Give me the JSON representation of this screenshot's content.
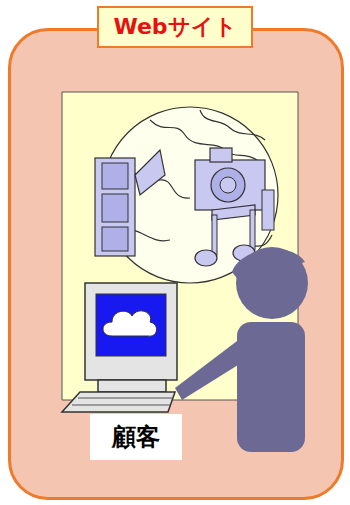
{
  "diagram": {
    "nodes": [
      {
        "text": [
          "Webサイト"
        ]
      },
      {
        "text": [
          "顧客"
        ],
        "in": 0
      }
    ]
  }
}
